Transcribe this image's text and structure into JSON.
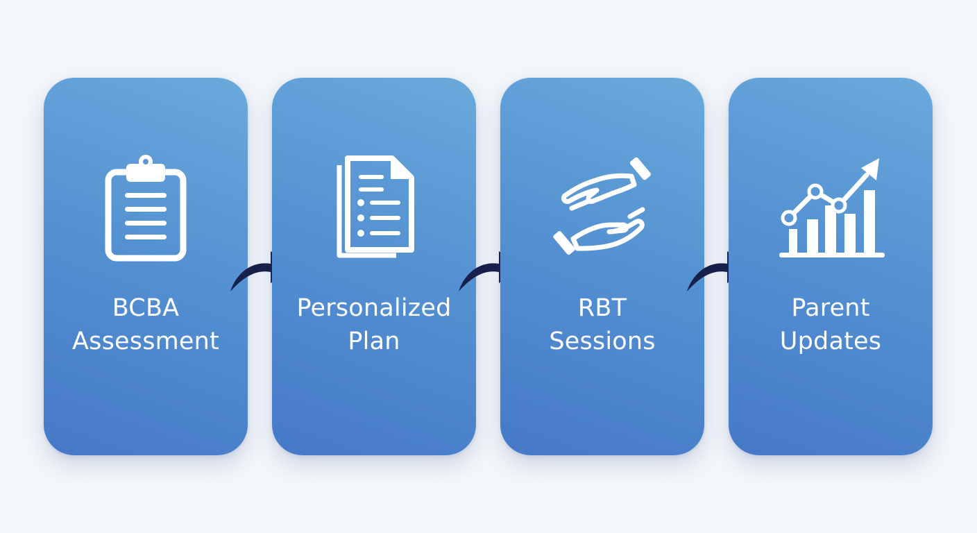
{
  "steps": [
    {
      "line1": "BCBA",
      "line2": "Assessment",
      "icon": "clipboard-icon"
    },
    {
      "line1": "Personalized",
      "line2": "Plan",
      "icon": "document-icon"
    },
    {
      "line1": "RBT",
      "line2": "Sessions",
      "icon": "helping-hands-icon"
    },
    {
      "line1": "Parent",
      "line2": "Updates",
      "icon": "growth-chart-icon"
    }
  ],
  "arrow_icon": "curved-arrow-icon",
  "colors": {
    "background": "#f3f6fa",
    "card_top": "#6aaadc",
    "card_bottom": "#4579c8",
    "arrow": "#17204a",
    "text": "#ffffff"
  }
}
